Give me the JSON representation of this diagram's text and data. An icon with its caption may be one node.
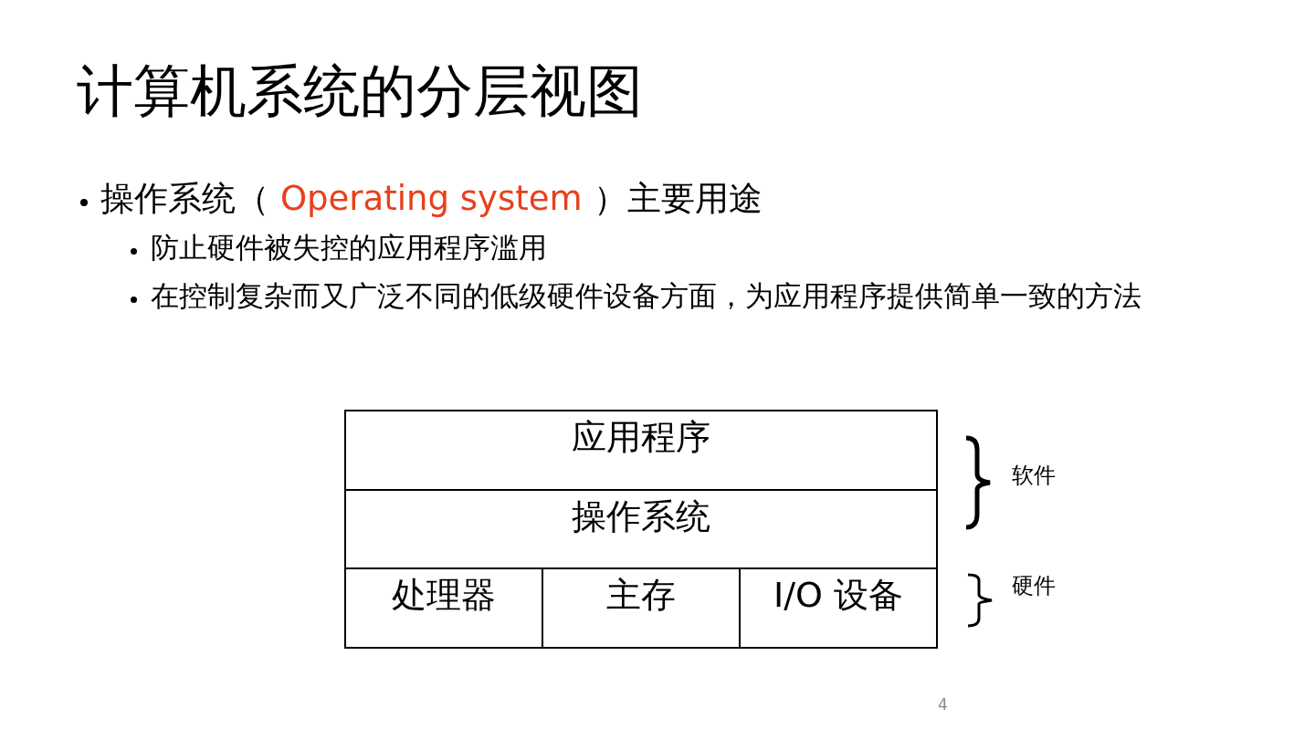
{
  "diagram": {
    "title": "计算机系统的分层视图",
    "nodes": [
      {
        "text": [
          "应用程序"
        ]
      },
      {
        "text": [
          "操作系统"
        ]
      },
      {
        "text": [
          "处理器"
        ]
      },
      {
        "text": [
          "主存"
        ]
      },
      {
        "text": [
          "I/O 设备"
        ]
      }
    ],
    "labels": [
      "操作系统（",
      "Operating system",
      "）主要用途",
      "防止硬件被失控的应用程序滥用",
      "在控制复杂而又广泛不同的低级硬件设备方面，为应用程序提供简单一致的方法",
      "软件",
      "硬件",
      "4"
    ]
  }
}
